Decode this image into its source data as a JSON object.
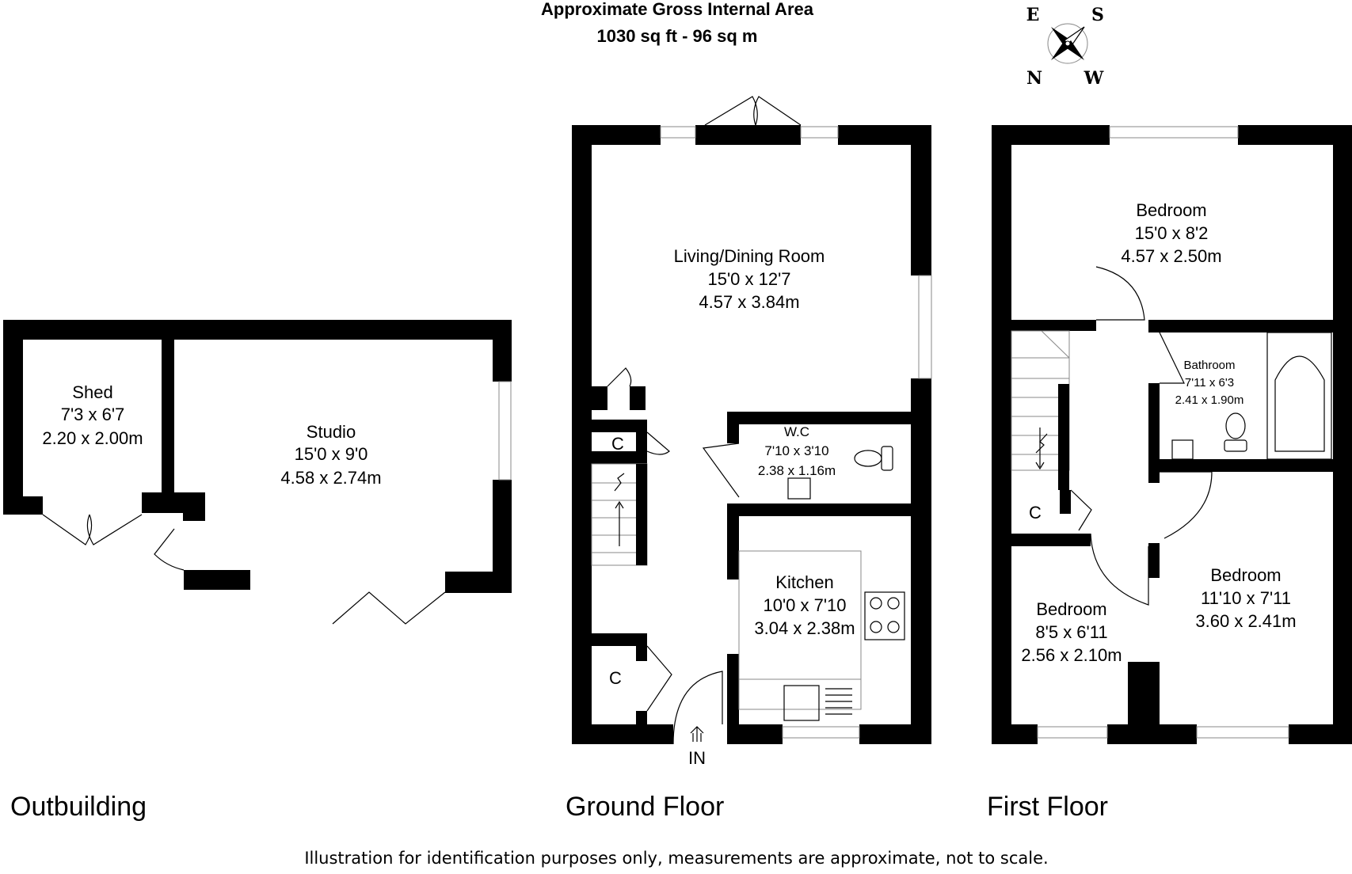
{
  "header": {
    "title": "Approximate Gross Internal Area",
    "area": "1030 sq ft - 96 sq m"
  },
  "compass": {
    "e": "E",
    "s": "S",
    "n": "N",
    "w": "W"
  },
  "outbuilding": {
    "label": "Outbuilding",
    "shed": {
      "name": "Shed",
      "imperial": "7'3 x 6'7",
      "metric": "2.20 x 2.00m"
    },
    "studio": {
      "name": "Studio",
      "imperial": "15'0 x 9'0",
      "metric": "4.58 x 2.74m"
    }
  },
  "ground_floor": {
    "label": "Ground Floor",
    "living": {
      "name": "Living/Dining Room",
      "imperial": "15'0 x 12'7",
      "metric": "4.57 x 3.84m"
    },
    "wc": {
      "name": "W.C",
      "imperial": "7'10 x 3'10",
      "metric": "2.38 x 1.16m"
    },
    "kitchen": {
      "name": "Kitchen",
      "imperial": "10'0 x 7'10",
      "metric": "3.04 x 2.38m"
    },
    "cupboard_upper": "C",
    "cupboard_lower": "C",
    "entrance": "IN"
  },
  "first_floor": {
    "label": "First Floor",
    "bedroom_top": {
      "name": "Bedroom",
      "imperial": "15'0 x 8'2",
      "metric": "4.57 x 2.50m"
    },
    "bathroom": {
      "name": "Bathroom",
      "imperial": "7'11 x 6'3",
      "metric": "2.41 x 1.90m"
    },
    "bedroom_left": {
      "name": "Bedroom",
      "imperial": "8'5 x 6'11",
      "metric": "2.56 x 2.10m"
    },
    "bedroom_right": {
      "name": "Bedroom",
      "imperial": "11'10 x 7'11",
      "metric": "3.60 x 2.41m"
    },
    "cupboard": "C"
  },
  "disclaimer": "Illustration for identification purposes only, measurements are approximate, not to scale."
}
